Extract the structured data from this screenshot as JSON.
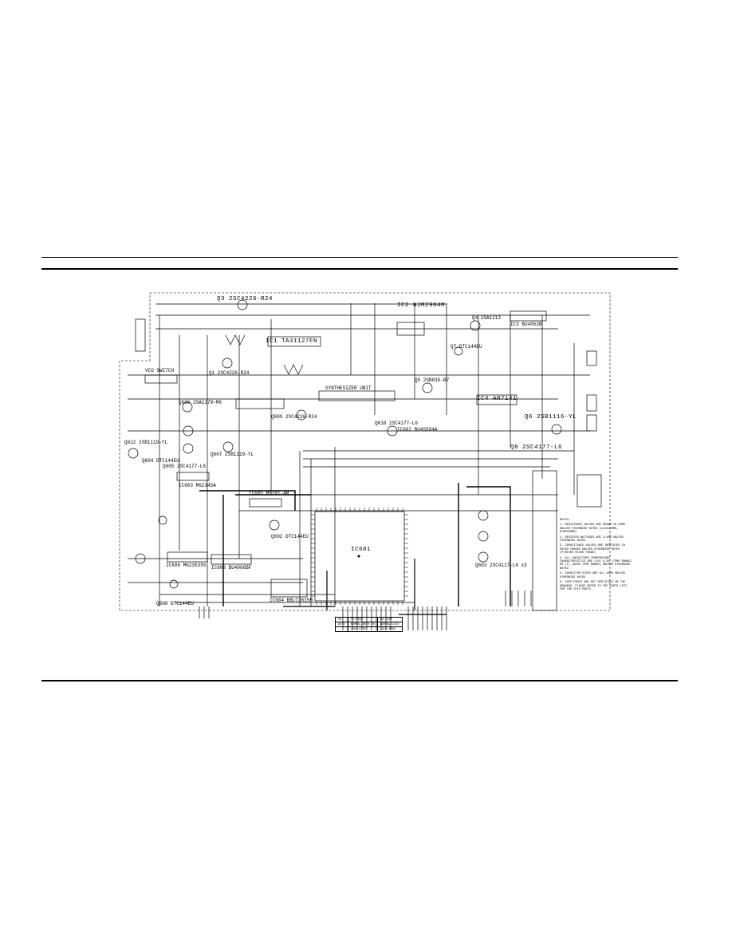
{
  "labels": {
    "q3": "Q3 2SC4226-R24",
    "ic1": "IC1 TA31127FN",
    "ic2": "IC2 NJM2904M",
    "q4": "Q4 2SA1213",
    "ic3": "IC3 BU4052B",
    "q7": "Q7 DTC144EU",
    "q1": "Q1 2SC4226-R24",
    "q606": "Q606 2SA1179-M6",
    "q5": "Q5 2SB815-B7",
    "ic4": "IC4 AN7141",
    "q6": "Q6 2SB1116-YL",
    "q8": "Q8 2SC4177-L6",
    "q612": "Q612 2SB1119-YL",
    "q609": "Q609 2SC4226-R24",
    "q610": "Q610 2SC4177-L6",
    "ic602": "IC602 BU4S584A",
    "q604": "Q604 DTC144EU",
    "q605": "Q605 2SC4177-L6",
    "ic603": "IC603 M62345A",
    "q607": "Q607 2SB1119-YL",
    "ic605": "IC605 M5281-AM",
    "q602": "Q602 DTC144EU",
    "ic606": "IC606 M62353SS",
    "ic601": "IC601",
    "ic608": "IC608 BU4066BF",
    "ic604": "IC604 BBLC3615M",
    "q603": "Q603 2SC4117-L6 x3",
    "q608": "Q608 DTC144EU",
    "vco": "VCO SWITCH",
    "synth": "SYNTHESIZER UNIT"
  },
  "notes": {
    "title": "NOTES:",
    "n1": "1. RESISTANCE VALUES ARE SHOWN IN OHMS UNLESS OTHERWISE NOTED (k=KILOHMS, M=MEGOHMS)",
    "n2": "2. RESISTOR WATTAGES ARE 1/16W UNLESS OTHERWISE NOTED",
    "n3": "3. CAPACITANCE VALUES ARE INDICATED IN MICRO FARADS UNLESS OTHERWISE NOTED (P=MICRO MICRO FARAD)",
    "n4": "4. ALL CAPACITORS TEMPERATURE CHARACTERISTICS ARE (CH) 6.3V (TEMP RANGE) OR (F) (WIDE TEMP RANGE) UNLESS OTHERWISE NOTED",
    "n5": "5. CAPACITOR SIZES ARE ALL 1608 UNLESS OTHERWISE NOTED",
    "n6": "6. CHIP PARTS ARE NOT SPECIFIED IN THE DRAWING. PLEASE REFER TO THE PARTS LIST FOR THE CHIP PARTS."
  },
  "table": {
    "r1": [
      "IN",
      "TX DISP",
      "RX DISP"
    ],
    "r2": [
      "AUTO",
      "NORMAL/BOTH ON",
      "NORMAL/LOCK"
    ],
    "r3": [
      "",
      "LOCK DISP",
      "LOCK MODE"
    ]
  }
}
